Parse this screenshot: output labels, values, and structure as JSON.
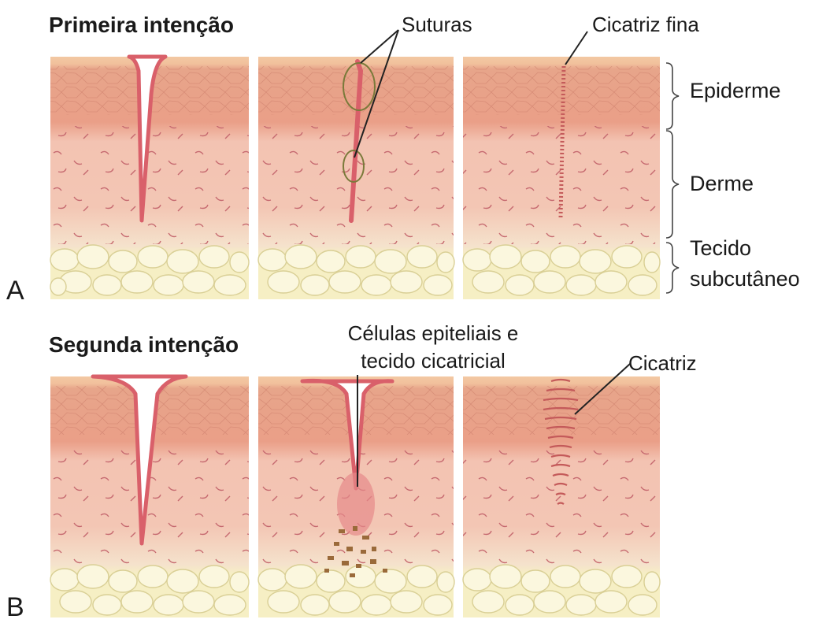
{
  "panel_a": {
    "letter": "A",
    "title": "Primeira intenção",
    "sutures_label": "Suturas",
    "fine_scar_label": "Cicatriz fina"
  },
  "panel_b": {
    "letter": "B",
    "title": "Segunda intenção",
    "epithelial_label_line1": "Células epiteliais e",
    "epithelial_label_line2": "tecido cicatricial",
    "scar_label": "Cicatriz"
  },
  "layers": {
    "epidermis": "Epiderme",
    "dermis": "Derme",
    "subcutaneous_line1": "Tecido",
    "subcutaneous_line2": "subcutâneo"
  },
  "colors": {
    "skin_surface": "#f3c9a3",
    "epidermis": "#e9a98c",
    "dermis": "#f3c1b0",
    "dermis_lower": "#f4dcc5",
    "subcutaneous": "#f6efc4",
    "fat_cell": "#fbf7de",
    "wound_edge": "#d9606a",
    "scar": "#c45a5a",
    "debris": "#9a6a3a",
    "line": "#222222"
  }
}
